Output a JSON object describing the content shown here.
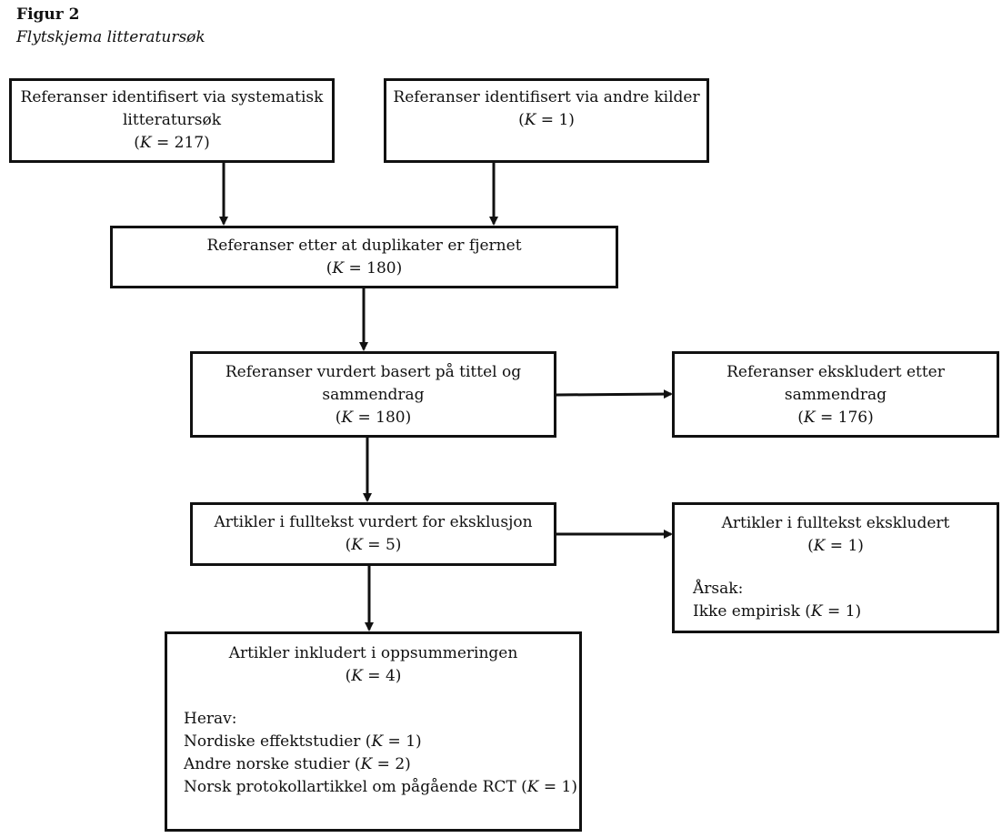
{
  "figure": {
    "label": "Figur 2",
    "caption": "Flytskjema litteratursøk"
  },
  "boxes": {
    "systematic": {
      "line1": "Referanser identifisert via systematisk",
      "line2": "litteratursøk",
      "k": "217"
    },
    "other": {
      "line1": "Referanser identifisert via andre kilder",
      "k": "1"
    },
    "dedup": {
      "line1": "Referanser etter at duplikater er fjernet",
      "k": "180"
    },
    "screened": {
      "line1": "Referanser vurdert basert på tittel og",
      "line2": "sammendrag",
      "k": "180"
    },
    "excluded_abstract": {
      "line1": "Referanser ekskludert etter",
      "line2": "sammendrag",
      "k": "176"
    },
    "fulltext": {
      "line1": "Artikler i fulltekst vurdert for eksklusjon",
      "k": "5"
    },
    "fulltext_excluded": {
      "line1": "Artikler i fulltekst ekskludert",
      "k": "1",
      "reason_label": "Årsak:",
      "reason": "Ikke empirisk",
      "reason_k": "1"
    },
    "included": {
      "line1": "Artikler inkludert i oppsummeringen",
      "k": "4",
      "sub_label": "Herav:",
      "items": [
        {
          "text": "Nordiske effektstudier",
          "k": "1"
        },
        {
          "text": "Andre norske studier",
          "k": "2"
        },
        {
          "text": "Norsk protokollartikkel om pågående RCT",
          "k": "1"
        }
      ]
    }
  },
  "k_symbol": "K",
  "colors": {
    "line": "#111111",
    "background": "#ffffff"
  }
}
